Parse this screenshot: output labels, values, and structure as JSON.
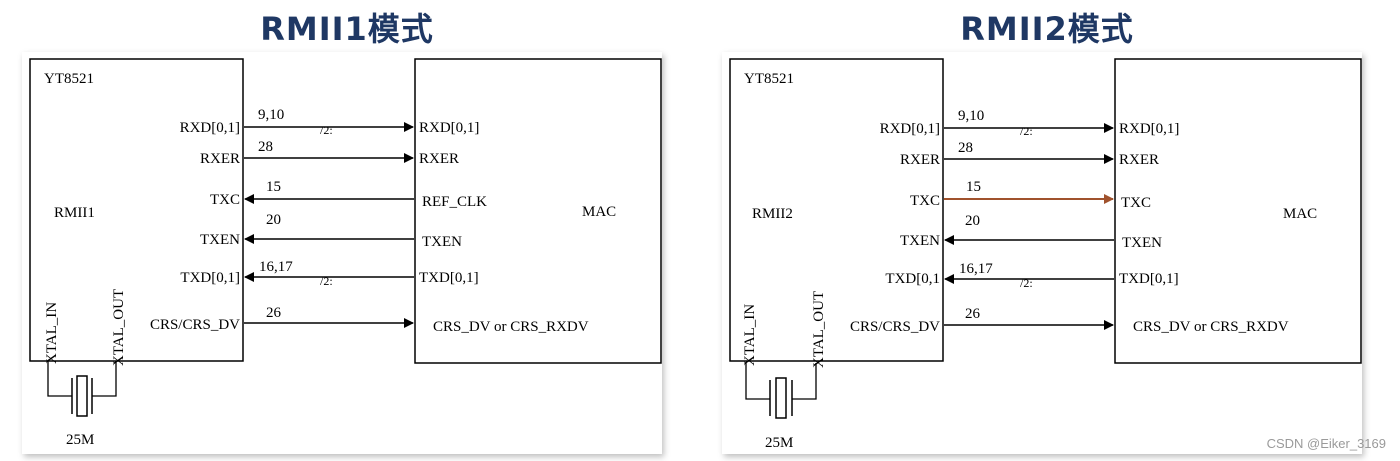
{
  "diagrams": [
    {
      "title": "RMII1模式",
      "chip": "YT8521",
      "mode_label": "RMII1",
      "mac_label": "MAC",
      "rxd_left": "RXD[0,1]",
      "rxd_pins": "9,10",
      "rxd_div": "/2:",
      "rxd_right": "RXD[0,1]",
      "rxer_left": "RXER",
      "rxer_pins": "28",
      "rxer_right": "RXER",
      "txc_left": "TXC",
      "txc_pins": "15",
      "txc_right": "REF_CLK",
      "txen_left": "TXEN",
      "txen_pins": "20",
      "txen_right": "TXEN",
      "txd_left": "TXD[0,1]",
      "txd_pins": "16,17",
      "txd_div": "/2:",
      "txd_right": "TXD[0,1]",
      "crs_left": "CRS/CRS_DV",
      "crs_pins": "26",
      "crs_right": "CRS_DV or CRS_RXDV",
      "xtal_in": "XTAL_IN",
      "xtal_out": "XTAL_OUT",
      "crystal": "25M",
      "txc_direction": "phy-to-mac... inbound to PHY",
      "txc_color": "#000000"
    },
    {
      "title": "RMII2模式",
      "chip": "YT8521",
      "mode_label": "RMII2",
      "mac_label": "MAC",
      "rxd_left": "RXD[0,1]",
      "rxd_pins": "9,10",
      "rxd_div": "/2:",
      "rxd_right": "RXD[0,1]",
      "rxer_left": "RXER",
      "rxer_pins": "28",
      "rxer_right": "RXER",
      "txc_left": "TXC",
      "txc_pins": "15",
      "txc_right": "TXC",
      "txen_left": "TXEN",
      "txen_pins": "20",
      "txen_right": "TXEN",
      "txd_left": "TXD[0,1",
      "txd_pins": "16,17",
      "txd_div": "/2:",
      "txd_right": "TXD[0,1]",
      "crs_left": "CRS/CRS_DV",
      "crs_pins": "26",
      "crs_right": "CRS_DV or CRS_RXDV",
      "xtal_in": "XTAL_IN",
      "xtal_out": "XTAL_OUT",
      "crystal": "25M",
      "txc_color": "#a0522d"
    }
  ],
  "watermark": "CSDN @Eiker_3169"
}
